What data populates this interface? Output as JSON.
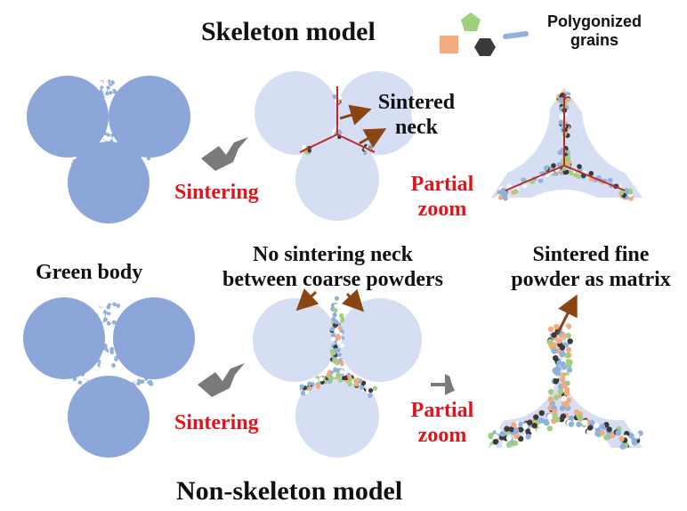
{
  "titles": {
    "top": "Skeleton model",
    "bottom": "Non-skeleton model"
  },
  "legend": {
    "label_line1": "Polygonized",
    "label_line2": "grains",
    "colors": {
      "green": "#9fd07c",
      "orange": "#f2aa7e",
      "black": "#3a3a3a",
      "blue": "#8fb1dc"
    }
  },
  "labels": {
    "green_body": "Green body",
    "sintering_top": "Sintering",
    "sintering_bottom": "Sintering",
    "partial_top_line1": "Partial",
    "partial_top_line2": "zoom",
    "partial_bottom_line1": "Partial",
    "partial_bottom_line2": "zoom",
    "sintered_neck_line1": "Sintered",
    "sintered_neck_line2": "neck",
    "no_neck_line1": "No sintering neck",
    "no_neck_line2": "between coarse powders",
    "fine_matrix_line1": "Sintered fine",
    "fine_matrix_line2": "powder as matrix"
  },
  "colors": {
    "green_particle": "#8ca6da",
    "sintered_particle": "#d5def2",
    "neck_line": "#c0282a",
    "annotation_arrow": "#8b4513",
    "process_arrow": "#7a7a7a",
    "label_red": "#e0151c"
  }
}
